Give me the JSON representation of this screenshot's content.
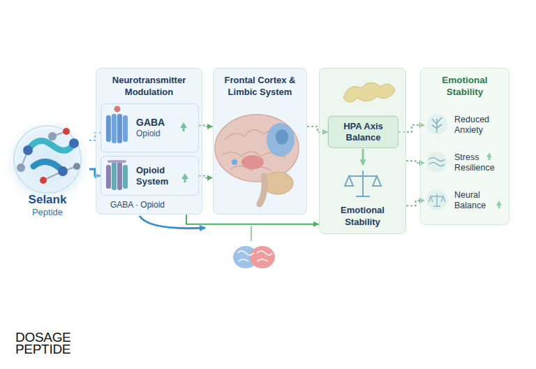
{
  "diagram": {
    "nodes": [
      {
        "text": [
          "Selank",
          "Peptide"
        ]
      },
      {
        "text": [
          "Neurotransmitter Modulation",
          "GABA · Opioid"
        ]
      },
      {
        "text": [
          "GABA",
          "Opioid"
        ],
        "in": 1
      },
      {
        "text": [
          "Opioid System"
        ],
        "in": 1
      },
      {
        "text": [
          "Frontal Cortex & Limbic System"
        ]
      },
      {
        "text": [
          "Emotional Stability"
        ]
      },
      {
        "text": [
          "HPA Axis Balance"
        ],
        "in": 5
      },
      {
        "text": [
          "Emotional Stability"
        ]
      },
      {
        "text": [
          "Reduced Anxiety"
        ],
        "in": 7
      },
      {
        "text": [
          "Stress Resilience"
        ],
        "in": 7
      },
      {
        "text": [
          "Neural Balance"
        ],
        "in": 7
      }
    ],
    "edges": [
      {
        "from": 0,
        "to": 2,
        "arrow": "none"
      },
      {
        "from": 0,
        "to": 3,
        "arrow": "to"
      },
      {
        "from": 2,
        "to": 4,
        "arrow": "to"
      },
      {
        "from": 3,
        "to": 4,
        "arrow": "to"
      },
      {
        "from": 4,
        "to": 6,
        "arrow": "to"
      },
      {
        "from": 1,
        "to": 5,
        "arrow": "to"
      },
      {
        "from": 6,
        "to": 8,
        "arrow": "to"
      },
      {
        "from": 5,
        "to": 9,
        "arrow": "to"
      },
      {
        "from": 5,
        "to": 10,
        "arrow": "to"
      }
    ],
    "labels": [
      "DOSAGE PEPTIDE"
    ]
  }
}
